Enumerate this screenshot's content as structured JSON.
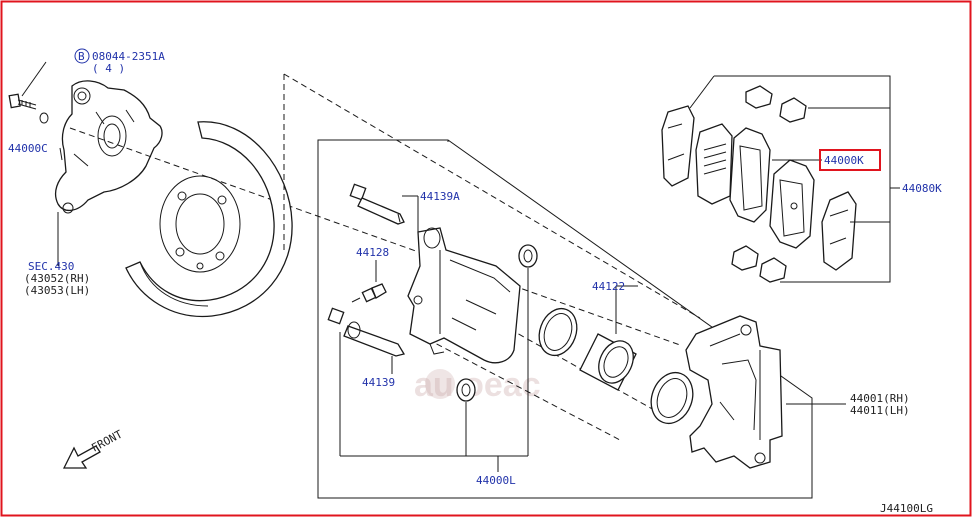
{
  "diagram": {
    "colors": {
      "border": "#e0141e",
      "label": "#2233aa",
      "highlight": "#e0141e",
      "line": "#1a1a1a"
    },
    "labels": {
      "bolt_ref": "08044-2351A",
      "bolt_qty": "( 4 )",
      "bolt_circle": "B",
      "p_44000c": "44000C",
      "sec_430": "SEC.430",
      "rh_43052": "(43052(RH)",
      "lh_43053": "(43053(LH)",
      "p_44139a": "44139A",
      "p_44128": "44128",
      "p_44139": "44139",
      "p_44122": "44122",
      "p_44000l": "44000L",
      "p_44001_rh": "44001(RH)",
      "p_44011_lh": "44011(LH)",
      "p_44000k": "44000K",
      "p_44080k": "44080K",
      "front": "FRONT",
      "code": "J44100LG",
      "watermark": "au oeac"
    }
  }
}
